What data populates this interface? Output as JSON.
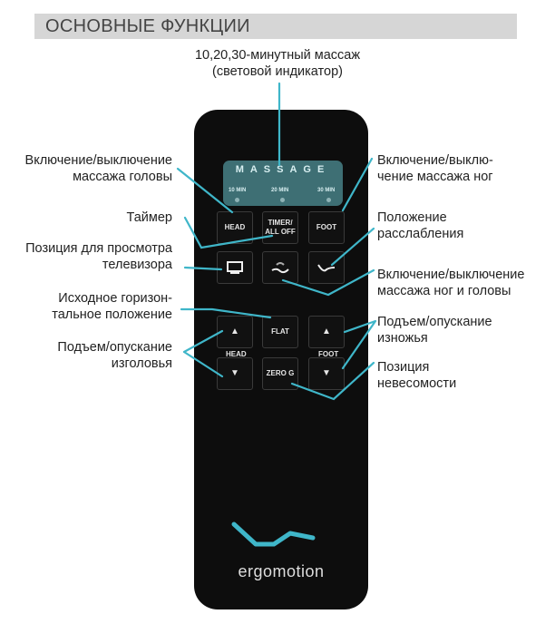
{
  "header": {
    "title": "ОСНОВНЫЕ ФУНКЦИИ"
  },
  "callouts": {
    "timer_massage": "10,20,30-минутный массаж",
    "timer_massage_sub": "(световой индикатор)",
    "head_massage": [
      "Включение/выключение",
      "массажа головы"
    ],
    "timer": "Таймер",
    "tv": [
      "Позиция для просмотра",
      "телевизора"
    ],
    "flat": [
      "Исходное горизон-",
      "тальное положение"
    ],
    "head_updown": [
      "Подъем/опускание",
      "изголовья"
    ],
    "foot_massage": [
      "Включение/выклю-",
      "чение массажа ног"
    ],
    "relax": [
      "Положение",
      "расслабления"
    ],
    "both_massage": [
      "Включение/выключение",
      "массажа ног и головы"
    ],
    "foot_updown": [
      "Подъем/опускание",
      "изножья"
    ],
    "zero_g": [
      "Позиция",
      "невесомости"
    ]
  },
  "remote": {
    "display": {
      "title": "MASSAGE",
      "levels": [
        "10 MIN",
        "20 MIN",
        "30 MIN"
      ]
    },
    "buttons": {
      "head": "HEAD",
      "timer": [
        "TIMER/",
        "ALL OFF"
      ],
      "foot": "FOOT",
      "flat": "FLAT",
      "zero_g": "ZERO G",
      "up": "▲",
      "down": "▼"
    },
    "section_labels": {
      "head": "HEAD",
      "foot": "FOOT"
    },
    "brand": "ergomotion"
  },
  "colors": {
    "accent": "#3fb6c9",
    "remote": "#0d0d0d"
  }
}
